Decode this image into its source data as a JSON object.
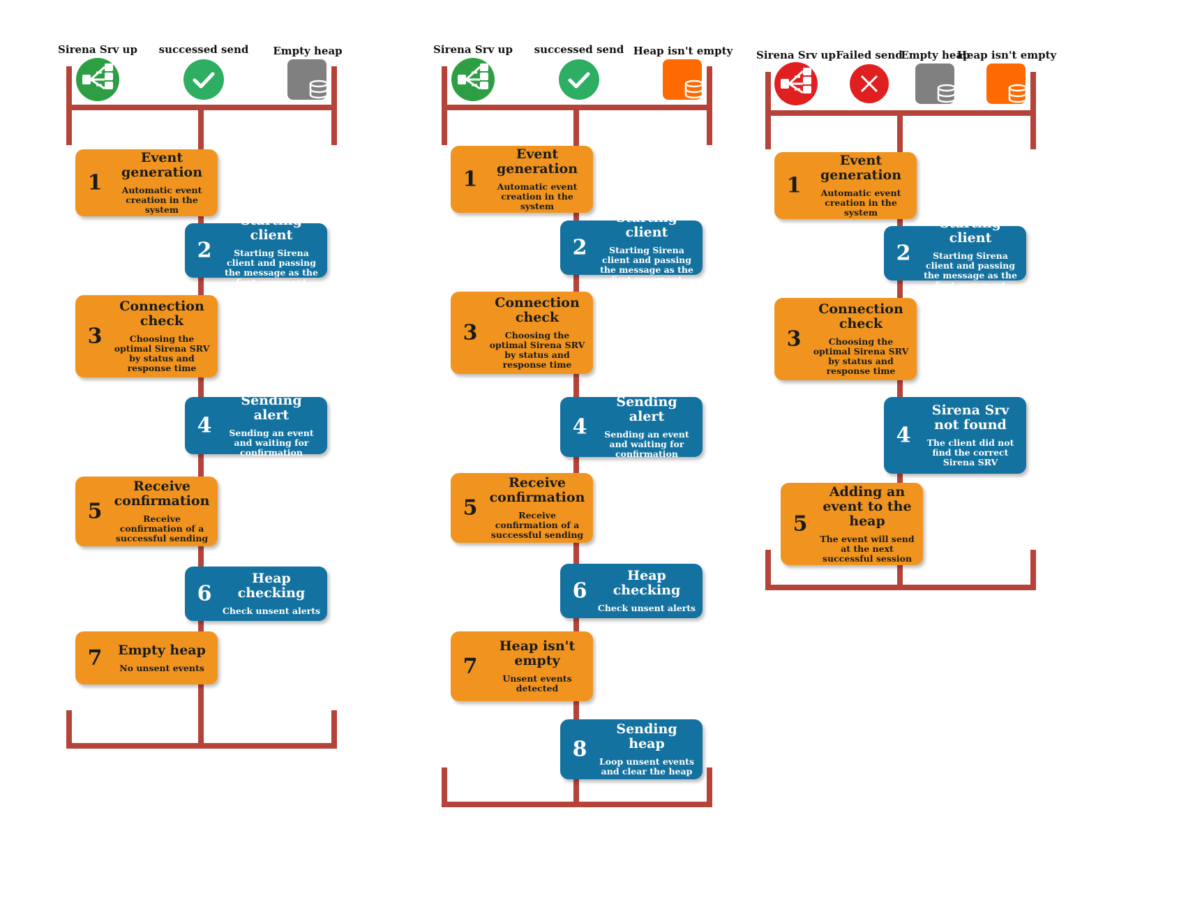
{
  "columns": [
    {
      "headers": [
        {
          "label": "Sirena Srv up",
          "icon": "sirena-server-up-icon",
          "color": "#2e9e44"
        },
        {
          "label": "successed send",
          "icon": "check-icon",
          "color": "#2eae62"
        },
        {
          "label": "Empty heap",
          "icon": "empty-heap-icon",
          "color": "#808080"
        }
      ],
      "steps": [
        {
          "num": "1",
          "title": "Event generation",
          "desc": "Automatic event creation in the system",
          "color": "orange"
        },
        {
          "num": "2",
          "title": "Starting client",
          "desc": "Starting Sirena client and passing the message as the first argument",
          "color": "blue"
        },
        {
          "num": "3",
          "title": "Connection check",
          "desc": "Choosing the optimal Sirena SRV by status and response time",
          "color": "orange"
        },
        {
          "num": "4",
          "title": "Sending alert",
          "desc": "Sending an event and waiting for confirmation",
          "color": "blue"
        },
        {
          "num": "5",
          "title": "Receive confirmation",
          "desc": "Receive confirmation of a successful sending",
          "color": "orange"
        },
        {
          "num": "6",
          "title": "Heap checking",
          "desc": "Check unsent  alerts",
          "color": "blue"
        },
        {
          "num": "7",
          "title": "Empty heap",
          "desc": "No unsent events",
          "color": "orange"
        }
      ]
    },
    {
      "headers": [
        {
          "label": "Sirena Srv up",
          "icon": "sirena-server-up-icon",
          "color": "#2e9e44"
        },
        {
          "label": "successed send",
          "icon": "check-icon",
          "color": "#2eae62"
        },
        {
          "label": "Heap isn't empty",
          "icon": "non-empty-heap-icon",
          "color": "#ff6a00"
        }
      ],
      "steps": [
        {
          "num": "1",
          "title": "Event generation",
          "desc": "Automatic event creation in the system",
          "color": "orange"
        },
        {
          "num": "2",
          "title": "Starting client",
          "desc": "Starting Sirena client and passing the message as the first argument",
          "color": "blue"
        },
        {
          "num": "3",
          "title": "Connection check",
          "desc": "Choosing the optimal Sirena SRV by status and response time",
          "color": "orange"
        },
        {
          "num": "4",
          "title": "Sending alert",
          "desc": "Sending an event and waiting for confirmation",
          "color": "blue"
        },
        {
          "num": "5",
          "title": "Receive confirmation",
          "desc": "Receive confirmation of a successful sending",
          "color": "orange"
        },
        {
          "num": "6",
          "title": "Heap checking",
          "desc": "Check unsent  alerts",
          "color": "blue"
        },
        {
          "num": "7",
          "title": "Heap isn't empty",
          "desc": "Unsent events detected",
          "color": "orange"
        },
        {
          "num": "8",
          "title": "Sending heap",
          "desc": "Loop unsent events and clear the heap",
          "color": "blue"
        }
      ]
    },
    {
      "headers": [
        {
          "label": "Sirena Srv up",
          "icon": "sirena-server-down-icon",
          "color": "#e02020"
        },
        {
          "label": "Failed send",
          "icon": "cross-icon",
          "color": "#e02020"
        },
        {
          "label": "Empty heap",
          "icon": "empty-heap-icon",
          "color": "#808080"
        },
        {
          "label": "Heap isn't empty",
          "icon": "non-empty-heap-icon",
          "color": "#ff6a00"
        }
      ],
      "steps": [
        {
          "num": "1",
          "title": "Event generation",
          "desc": "Automatic event creation in the system",
          "color": "orange"
        },
        {
          "num": "2",
          "title": "Starting client",
          "desc": "Starting Sirena client and passing the message as the first argument",
          "color": "blue"
        },
        {
          "num": "3",
          "title": "Connection check",
          "desc": "Choosing the optimal Sirena SRV by status and response time",
          "color": "orange"
        },
        {
          "num": "4",
          "title": "Sirena Srv not found",
          "desc": "The client did not find the correct Sirena SRV",
          "color": "blue"
        },
        {
          "num": "5",
          "title": "Adding an event to the heap",
          "desc": "The event will send at the next successful session",
          "color": "orange"
        }
      ]
    }
  ]
}
